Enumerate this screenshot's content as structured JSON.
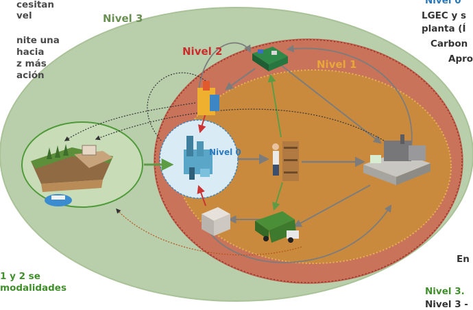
{
  "levels": {
    "nivel3": "Nivel 3",
    "nivel2": "Nivel 2",
    "nivel1": "Nivel 1",
    "nivel0": "Nivel 0"
  },
  "left_text": {
    "line1": "cesitan",
    "line2": "vel",
    "line3": "nite una",
    "line4": "hacia",
    "line5": "z más",
    "line6": "ación",
    "bottom1": "1 y 2 se",
    "bottom2": "modalidades"
  },
  "right_text": {
    "top": "Nivel 0",
    "line1": "LGEC y s",
    "line2": "planta (Í",
    "line3": "Carbon",
    "line4": "Apro",
    "line5": "En",
    "bottom1": "Nivel 3.",
    "bottom2": "Nivel 3 -"
  },
  "colors": {
    "level3_fill": "#b9ceab",
    "level2_fill": "#c8735a",
    "level1_fill": "#c98a3e",
    "level0_fill": "#d9ecf6",
    "level3_label": "#6a8f52",
    "level2_label": "#cc2b2b",
    "level1_label": "#e9a73a",
    "level0_label": "#2d7bbf",
    "flow_green": "#6aa84f",
    "flow_gray": "#8a8a8a",
    "flow_red": "#cc3333"
  }
}
